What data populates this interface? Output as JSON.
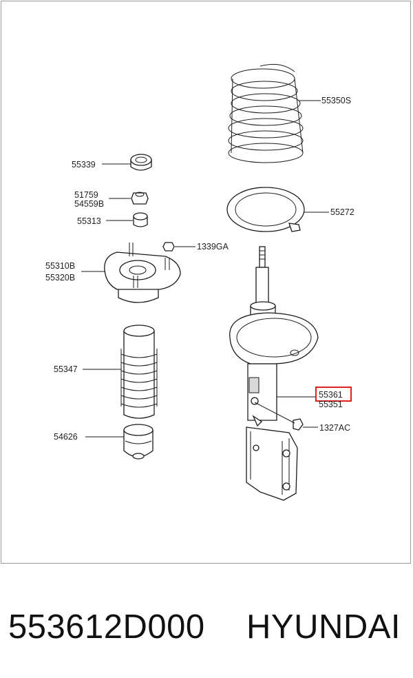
{
  "labels": {
    "coil_spring": "55350S",
    "bump_stopper_cap": "55339",
    "nut_a": "51759",
    "nut_b": "54559B",
    "spacer": "55313",
    "bolt_nut": "1339GA",
    "mount_a": "55310B",
    "mount_b": "55320B",
    "spring_pad": "55272",
    "dust_cover": "55347",
    "bumper": "54626",
    "strut_highlighted": "55361",
    "strut_assy": "55351",
    "flange_nut": "1327AC"
  },
  "highlight_color": "#e0201c",
  "caption": {
    "part_number": "553612D000",
    "brand": "HYUNDAI"
  }
}
